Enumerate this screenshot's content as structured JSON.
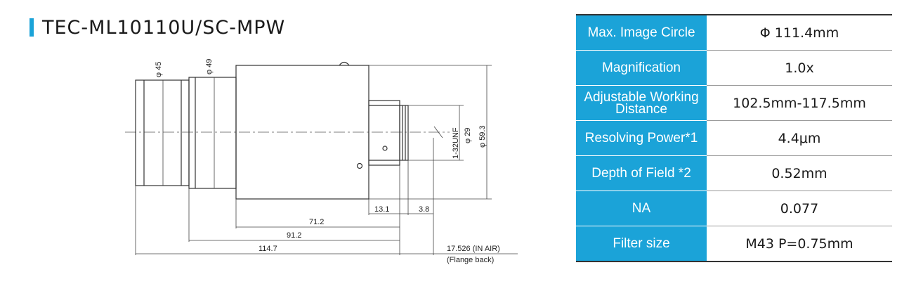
{
  "title": "TEC-ML10110U/SC-MPW",
  "drawing": {
    "dims": {
      "d45": "φ 45",
      "d49": "φ 49",
      "d29": "φ 29",
      "d593": "φ 59.3",
      "thread": "1-32UNF",
      "len131": "13.1",
      "len38": "3.8",
      "len712": "71.2",
      "len912": "91.2",
      "len1147": "114.7",
      "flange_value": "17.526 (IN AIR)",
      "flange_label": "(Flange back)"
    }
  },
  "specs": [
    {
      "label": "Max. Image Circle",
      "value": "Φ 111.4mm"
    },
    {
      "label": "Magnification",
      "value": "1.0x"
    },
    {
      "label": "Adjustable Working Distance",
      "value": "102.5mm-117.5mm"
    },
    {
      "label": "Resolving Power*1",
      "value": "4.4μm"
    },
    {
      "label": "Depth of Field *2",
      "value": "0.52mm"
    },
    {
      "label": "NA",
      "value": "0.077"
    },
    {
      "label": "Filter size",
      "value": "M43 P=0.75mm"
    }
  ],
  "colors": {
    "accent": "#1ba3d8",
    "text": "#1a1a1a"
  }
}
